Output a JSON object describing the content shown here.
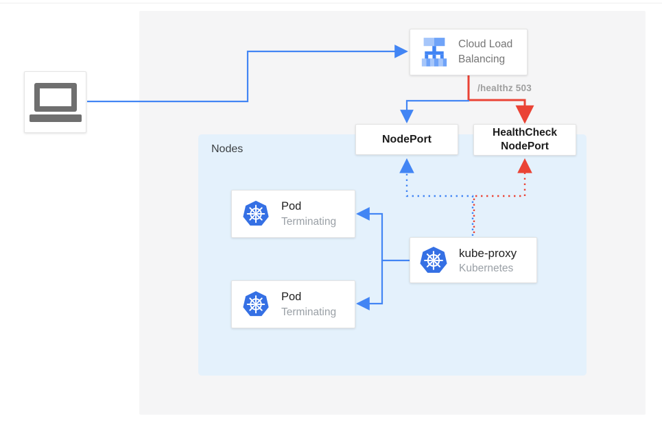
{
  "diagram": {
    "client": {
      "icon": "laptop-icon"
    },
    "cloud_load_balancing": {
      "icon": "load-balancer-icon",
      "line1": "Cloud Load",
      "line2": "Balancing"
    },
    "healthz_label": "/healthz 503",
    "nodeport": {
      "label": "NodePort"
    },
    "healthcheck_nodeport": {
      "line1": "HealthCheck",
      "line2": "NodePort"
    },
    "nodes_region": {
      "label": "Nodes"
    },
    "pods": [
      {
        "icon": "kubernetes-icon",
        "title": "Pod",
        "subtitle": "Terminating"
      },
      {
        "icon": "kubernetes-icon",
        "title": "Pod",
        "subtitle": "Terminating"
      }
    ],
    "kube_proxy": {
      "icon": "kubernetes-icon",
      "title": "kube-proxy",
      "subtitle": "Kubernetes"
    },
    "colors": {
      "blue": "#4285f4",
      "red": "#ea4335",
      "panel_bg": "#f5f5f6",
      "nodes_bg": "#e4f1fc",
      "kubernetes_blue": "#3570e4",
      "icon_light_blue": "#a6c6fa",
      "icon_mid_blue": "#6fa3f8",
      "text_dark": "#212121",
      "text_gray": "#757575",
      "subtitle_gray": "#9aa0a6",
      "healthz_gray": "#9e9e9e"
    }
  }
}
